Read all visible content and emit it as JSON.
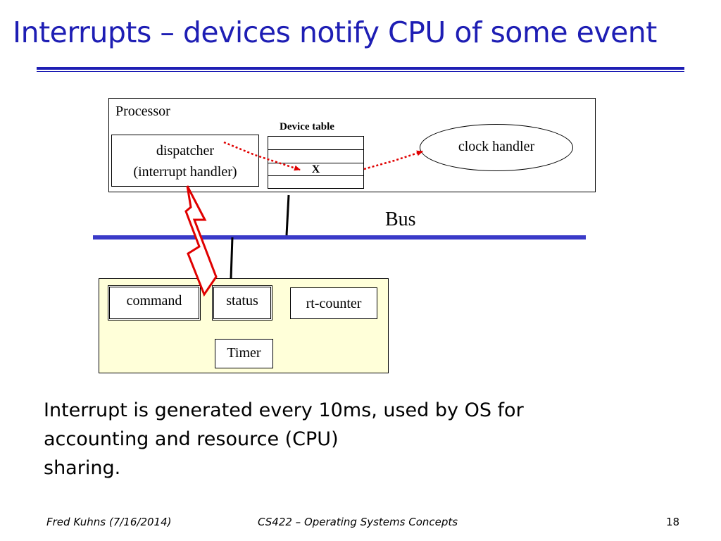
{
  "title": "Interrupts – devices notify CPU of some event",
  "diagram": {
    "processor_label": "Processor",
    "dispatcher_line1": "dispatcher",
    "dispatcher_line2": "(interrupt handler)",
    "device_table_label": "Device table",
    "device_table_entry": "X",
    "clock_handler_label": "clock handler",
    "bus_label": "Bus",
    "registers": {
      "command": "command",
      "status": "status",
      "rt_counter": "rt-counter"
    },
    "timer_label": "Timer",
    "colors": {
      "bus": "#3a3ac8",
      "arrow": "#e00000",
      "timer_panel": "#ffffd9",
      "title": "#1e1eb4"
    }
  },
  "body": {
    "line1": "Interrupt is generated every 10ms, used by OS for",
    "line2": "accounting and resource (CPU)",
    "line3": "sharing."
  },
  "footer": {
    "author": "Fred Kuhns (7/16/2014)",
    "course": "CS422 – Operating Systems Concepts",
    "page": "18"
  }
}
